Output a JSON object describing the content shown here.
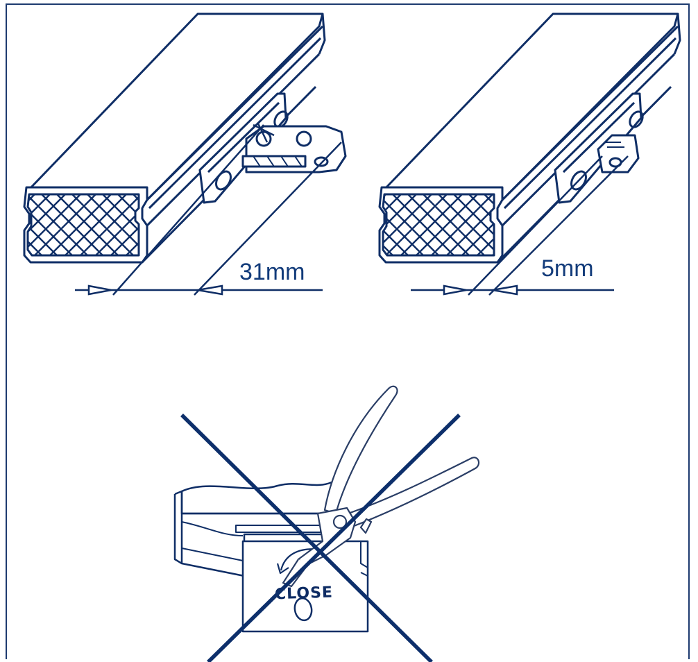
{
  "dimensions": {
    "left_label": "31mm",
    "right_label": "5mm"
  },
  "bottom_panel": {
    "stamp_text": "CLOSE"
  },
  "colors": {
    "line": "#0f2e66",
    "text": "#123b7a",
    "cross": "#0d2f6b",
    "tool": "#2a3e66"
  }
}
